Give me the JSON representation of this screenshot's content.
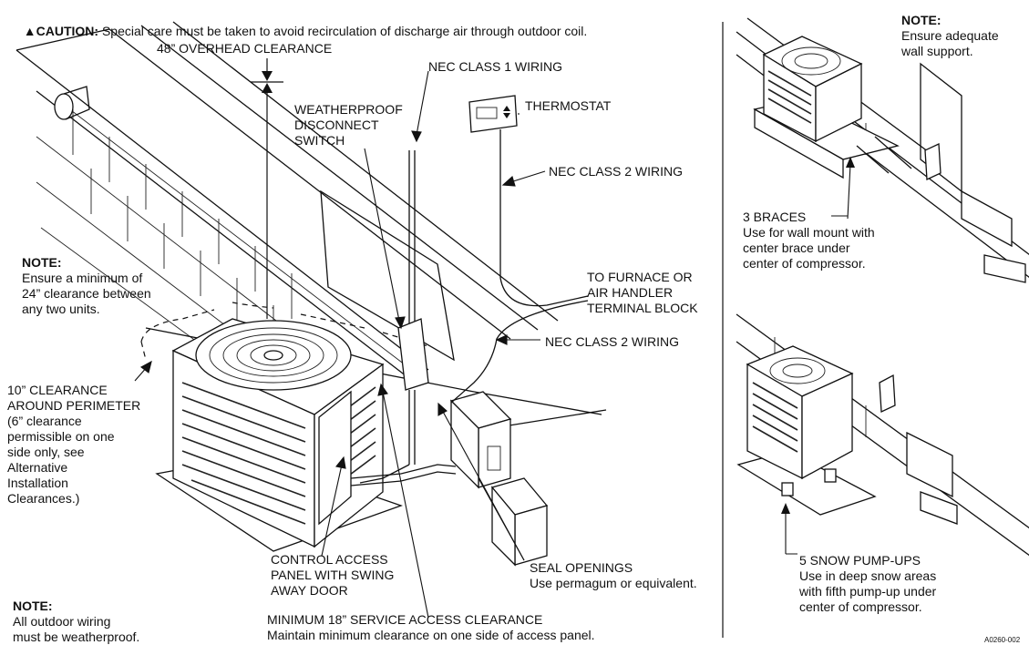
{
  "caution": {
    "icon": "warning-triangle-icon",
    "label": "CAUTION:",
    "text": " Special care must be taken to avoid recirculation of discharge air through outdoor coil."
  },
  "labels": {
    "overhead": "48” OVERHEAD CLEARANCE",
    "nec1": "NEC CLASS 1 WIRING",
    "thermostat": "THERMOSTAT",
    "disconnect": "WEATHERPROOF\nDISCONNECT\nSWITCH",
    "nec2_top": "NEC CLASS 2 WIRING",
    "furnace": "TO FURNACE OR\nAIR HANDLER\nTERMINAL BLOCK",
    "nec2_bottom": "NEC CLASS 2 WIRING",
    "perimeter": "10” CLEARANCE\nAROUND PERIMETER\n(6” clearance\npermissible on one\nside only, see\nAlternative\nInstallation\nClearances.)",
    "control": "CONTROL ACCESS\nPANEL WITH SWING\nAWAY DOOR",
    "seal_title": "SEAL OPENINGS",
    "seal_text": "Use permagum or equivalent.",
    "service_title": "MINIMUM 18” SERVICE ACCESS CLEARANCE",
    "service_text": "Maintain minimum clearance on one side of access panel.",
    "braces_title": "3 BRACES",
    "braces_text": "Use for wall mount with\ncenter brace under\ncenter of compressor.",
    "snow_title": "5 SNOW PUMP-UPS",
    "snow_text": "Use in deep snow areas\nwith fifth pump-up under\ncenter of compressor.",
    "figure_id": "A0260-002"
  },
  "notes": {
    "clearance": {
      "title": "NOTE:",
      "text": "Ensure a minimum of\n24” clearance between\nany two units."
    },
    "wiring": {
      "title": "NOTE:",
      "text": "All outdoor wiring\nmust be weatherproof."
    },
    "wall": {
      "title": "NOTE:",
      "text": "Ensure adequate\nwall support."
    }
  }
}
